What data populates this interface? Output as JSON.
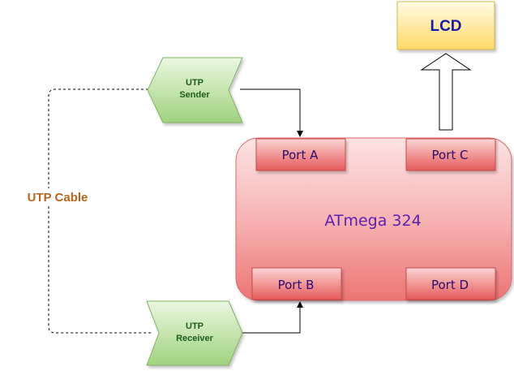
{
  "lcd": {
    "label": "LCD"
  },
  "mcu": {
    "label": "ATmega 324"
  },
  "ports": {
    "a": "Port A",
    "b": "Port B",
    "c": "Port C",
    "d": "Port D"
  },
  "sender": {
    "line1": "UTP",
    "line2": "Sender"
  },
  "receiver": {
    "line1": "UTP",
    "line2": "Receiver"
  },
  "cable": {
    "label": "UTP Cable"
  },
  "colors": {
    "lcd_fill": "#ffe28a",
    "mcu_fill": "#f5a6a6",
    "port_fill": "#e86b6b",
    "utp_fill": "#a8d98a",
    "cable_text": "#b5651d",
    "port_text": "#2e0a6e",
    "mcu_text": "#5a1fb0"
  }
}
